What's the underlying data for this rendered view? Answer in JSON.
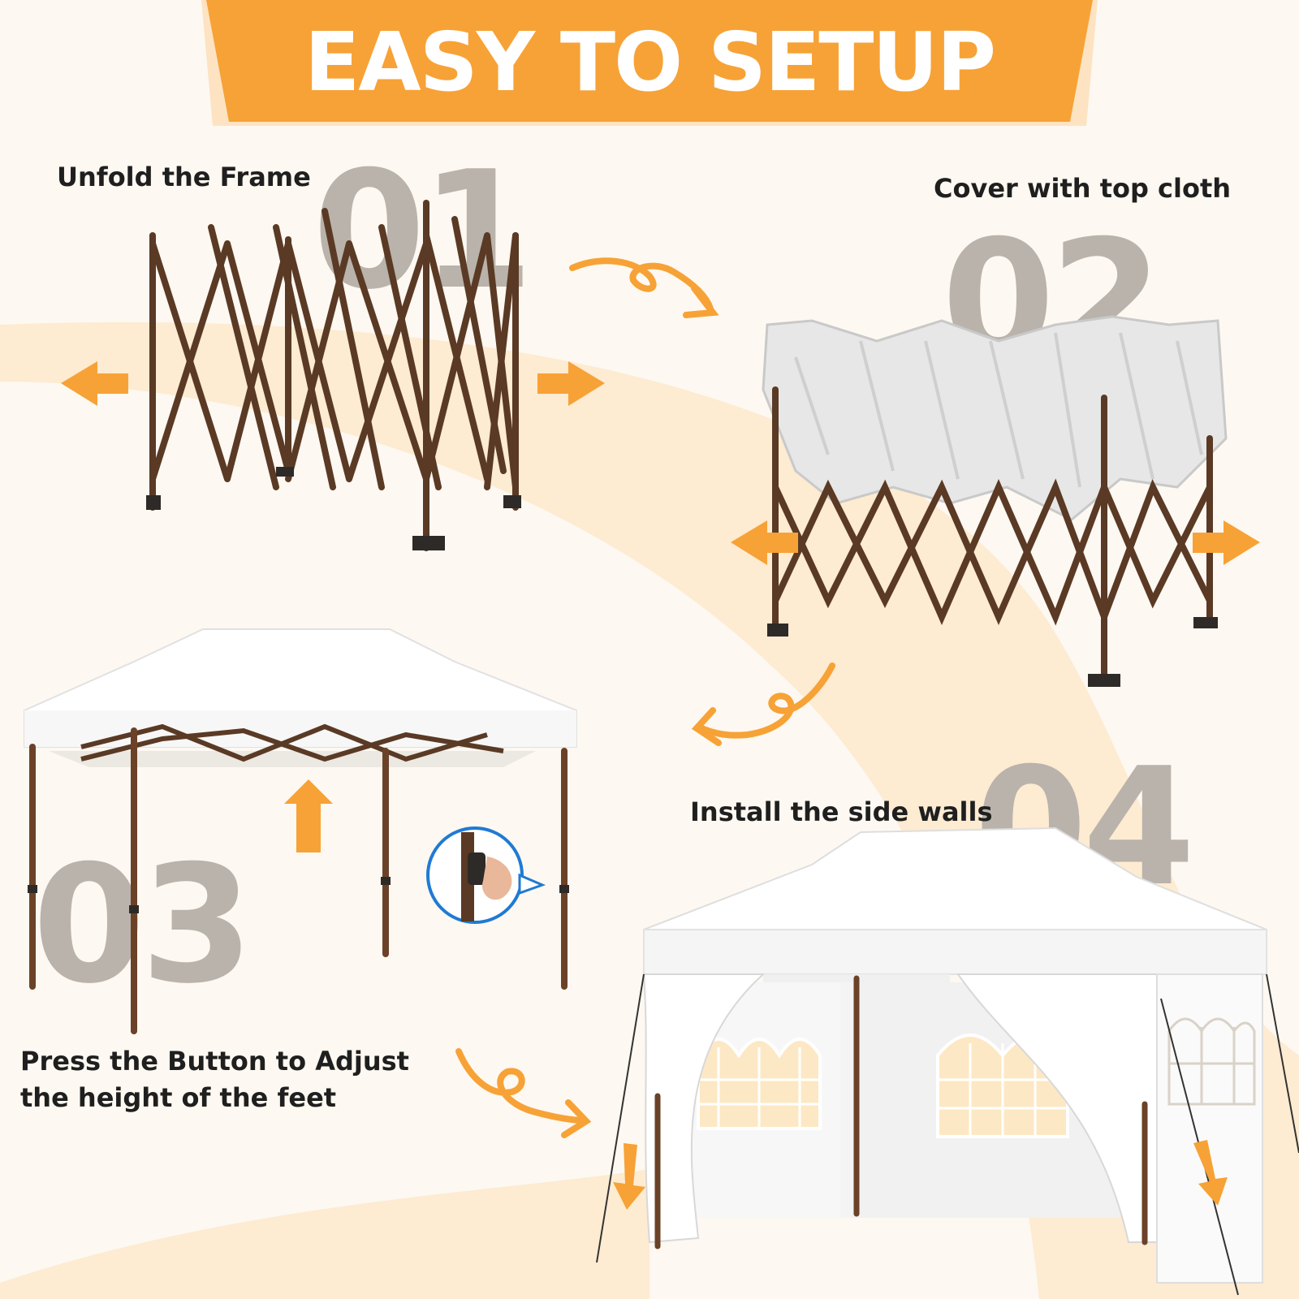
{
  "banner": {
    "title": "EASY TO SETUP"
  },
  "steps": [
    {
      "number": "01",
      "label": "Unfold the Frame"
    },
    {
      "number": "02",
      "label": "Cover with top cloth"
    },
    {
      "number": "03",
      "label_line1": "Press the Button to Adjust",
      "label_line2": "the height of the feet"
    },
    {
      "number": "04",
      "label": "Install the side walls"
    }
  ],
  "colors": {
    "accent": "#f7a236",
    "background": "#fdf8f1",
    "frame": "#5a3a25",
    "canopy": "#ffffff",
    "number": "#b9b3ab"
  }
}
